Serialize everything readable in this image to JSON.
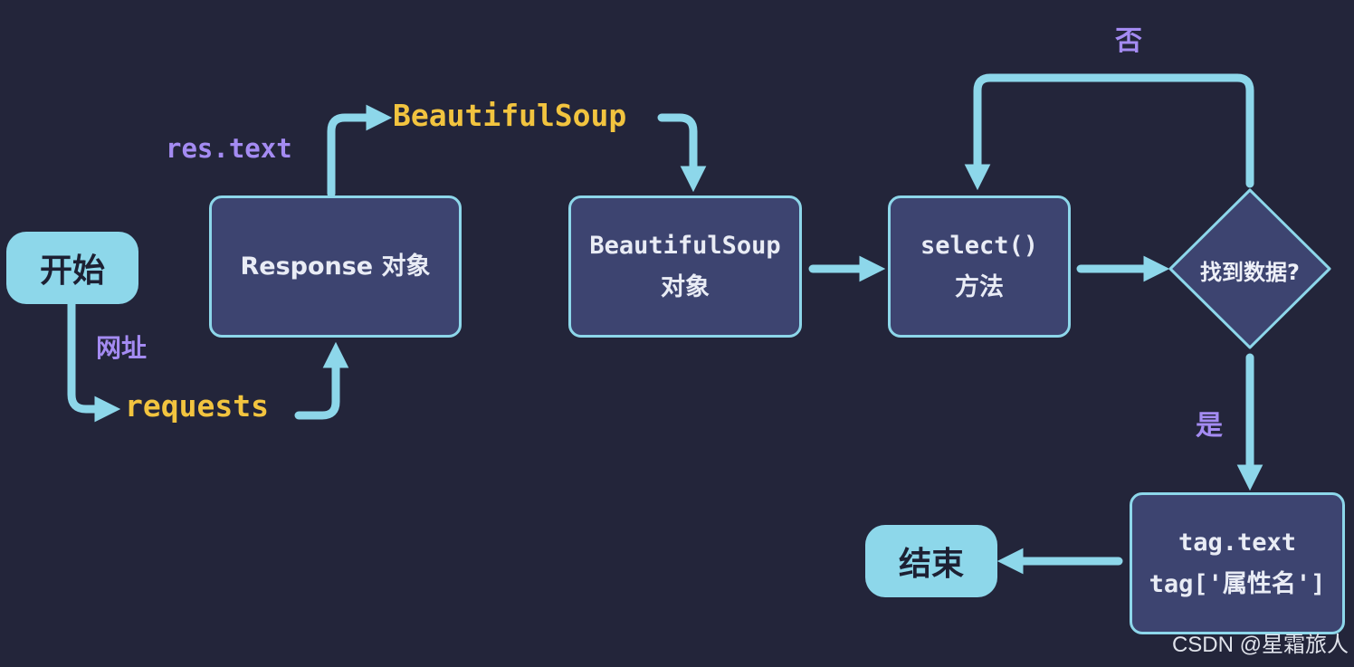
{
  "nodes": {
    "start": "开始",
    "response": "Response 对象",
    "bs_object": {
      "line1": "BeautifulSoup",
      "line2": "对象"
    },
    "select_method": {
      "line1": "select()",
      "line2": "方法"
    },
    "decision": "找到数据?",
    "tag_text": {
      "line1": "tag.text",
      "line2": "tag['属性名']"
    },
    "end": "结束"
  },
  "labels": {
    "url": "网址",
    "requests": "requests",
    "res_text": "res.text",
    "beautifulsoup": "BeautifulSoup",
    "no": "否",
    "yes": "是"
  },
  "watermark": "CSDN @星霜旅人",
  "colors": {
    "background": "#23253a",
    "arrow": "#8dd7ea",
    "box_fill": "#3d4470",
    "function_label": "#f2c43f",
    "variable_label": "#a48bf2"
  }
}
